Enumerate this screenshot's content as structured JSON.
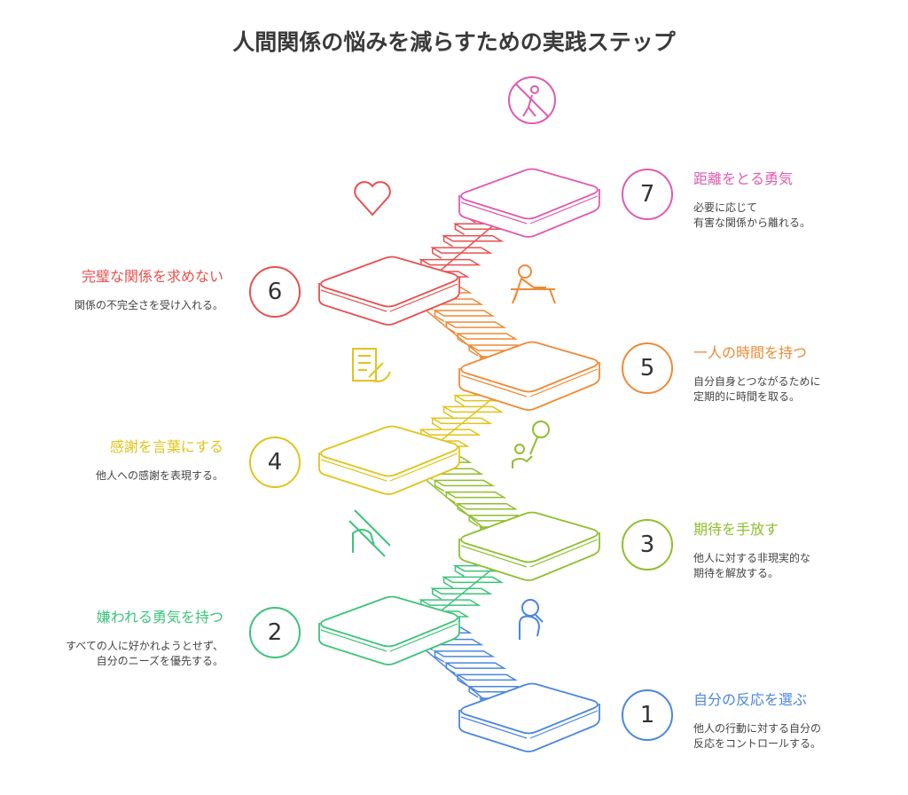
{
  "title": "人間関係の悩みを減らすための実践ステップ",
  "steps": [
    {
      "number": "1",
      "heading": "自分の反応を選ぶ",
      "desc": "他人の行動に対する自分の\n反応をコントロールする。",
      "color": "#4a86e0",
      "icon": "person-thinking-icon"
    },
    {
      "number": "2",
      "heading": "嫌われる勇気を持つ",
      "desc": "すべての人に好かれようとせず、\n自分のニーズを優先する。",
      "color": "#3cc47a",
      "icon": "hand-holding-icon"
    },
    {
      "number": "3",
      "heading": "期待を手放す",
      "desc": "他人に対する非現実的な\n期待を解放する。",
      "color": "#8fbf2e",
      "icon": "person-releasing-balloon-icon"
    },
    {
      "number": "4",
      "heading": "感謝を言葉にする",
      "desc": "他人への感謝を表現する。",
      "color": "#e0c41a",
      "icon": "writing-note-icon"
    },
    {
      "number": "5",
      "heading": "一人の時間を持つ",
      "desc": "自分自身とつながるために\n定期的に時間を取る。",
      "color": "#ee8a35",
      "icon": "person-at-desk-icon"
    },
    {
      "number": "6",
      "heading": "完璧な関係を求めない",
      "desc": "関係の不完全さを受け入れる。",
      "color": "#e8504f",
      "icon": "puzzle-heart-icon"
    },
    {
      "number": "7",
      "heading": "距離をとる勇気",
      "desc": "必要に応じて\n有害な関係から離れる。",
      "color": "#e05ab0",
      "icon": "no-entry-person-icon"
    }
  ]
}
